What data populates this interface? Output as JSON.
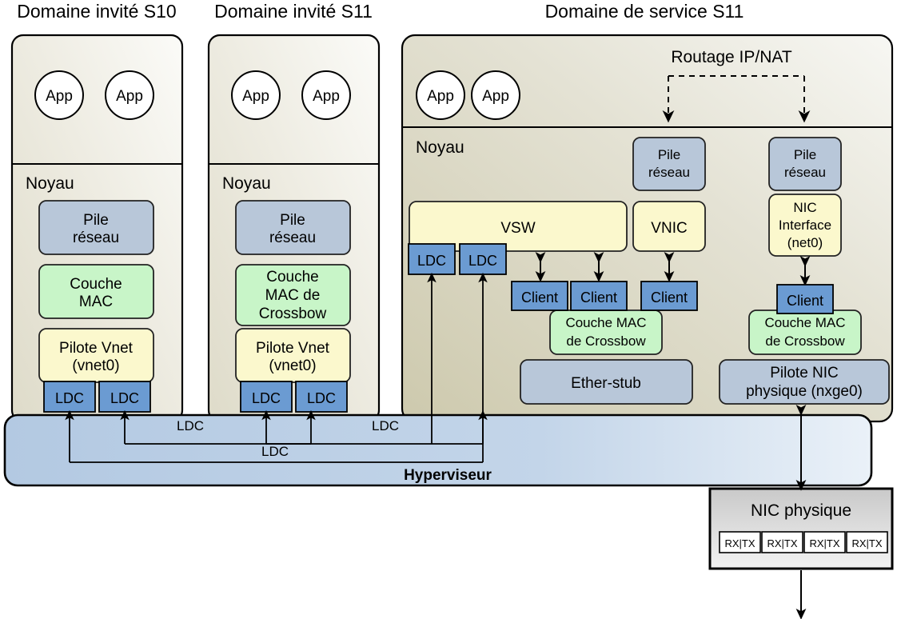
{
  "titles": {
    "guest_s10": "Domaine invité S10",
    "guest_s11": "Domaine invité S11",
    "service_s11": "Domaine de service S11"
  },
  "labels": {
    "app": "App",
    "noyau": "Noyau",
    "pile_reseau_l1": "Pile",
    "pile_reseau_l2": "réseau",
    "couche_mac_l1": "Couche",
    "couche_mac_l2": "MAC",
    "couche_mac_crossbow_l1": "Couche",
    "couche_mac_crossbow_l2": "MAC de",
    "couche_mac_crossbow_l3": "Crossbow",
    "couche_mac_cb_a": "Couche MAC",
    "couche_mac_cb_b": "de Crossbow",
    "pilote_vnet_l1": "Pilote Vnet",
    "pilote_vnet_l2": "(vnet0)",
    "ldc": "LDC",
    "vsw": "VSW",
    "vnic": "VNIC",
    "nic_interface_l1": "NIC",
    "nic_interface_l2": "Interface",
    "nic_interface_l3": "(net0)",
    "client": "Client",
    "ether_stub": "Ether-stub",
    "pilote_nic_l1": "Pilote NIC",
    "pilote_nic_l2": "physique (nxge0)",
    "routage": "Routage IP/NAT",
    "hyperviseur": "Hyperviseur",
    "nic_physique": "NIC physique",
    "rxtx": "RX|TX"
  },
  "guest_s10": {
    "apps": [
      "App",
      "App"
    ],
    "kernel_label": "Noyau",
    "stack": [
      {
        "name": "pile-reseau",
        "lines": [
          "Pile",
          "réseau"
        ],
        "color": "#b8c7d9"
      },
      {
        "name": "couche-mac",
        "lines": [
          "Couche",
          "MAC"
        ],
        "color": "#c8f5c8"
      },
      {
        "name": "pilote-vnet",
        "lines": [
          "Pilote Vnet",
          "(vnet0)"
        ],
        "color": "#fbf8cd"
      }
    ],
    "ldc_ports": [
      "LDC",
      "LDC"
    ]
  },
  "guest_s11": {
    "apps": [
      "App",
      "App"
    ],
    "kernel_label": "Noyau",
    "stack": [
      {
        "name": "pile-reseau",
        "lines": [
          "Pile",
          "réseau"
        ],
        "color": "#b8c7d9"
      },
      {
        "name": "couche-mac-crossbow",
        "lines": [
          "Couche",
          "MAC de",
          "Crossbow"
        ],
        "color": "#c8f5c8"
      },
      {
        "name": "pilote-vnet",
        "lines": [
          "Pilote Vnet",
          "(vnet0)"
        ],
        "color": "#fbf8cd"
      }
    ],
    "ldc_ports": [
      "LDC",
      "LDC"
    ]
  },
  "service_s11": {
    "apps": [
      "App",
      "App"
    ],
    "kernel_label": "Noyau",
    "routing_label": "Routage IP/NAT",
    "vsw_label": "VSW",
    "vnic_label": "VNIC",
    "nic_interface_lines": [
      "NIC",
      "Interface",
      "(net0)"
    ],
    "pile_reseau_lines": [
      "Pile",
      "réseau"
    ],
    "ldc_ports": [
      "LDC",
      "LDC"
    ],
    "clients": [
      "Client",
      "Client",
      "Client",
      "Client"
    ],
    "crossbow_left_lines": [
      "Couche MAC",
      "de Crossbow"
    ],
    "crossbow_right_lines": [
      "Couche MAC",
      "de Crossbow"
    ],
    "ether_stub_label": "Ether-stub",
    "pilote_nic_lines": [
      "Pilote NIC",
      "physique (nxge0)"
    ]
  },
  "hypervisor": {
    "label": "Hyperviseur",
    "ldc_link_labels": [
      "LDC",
      "LDC",
      "LDC"
    ]
  },
  "nic_physique": {
    "title": "NIC physique",
    "queues": [
      "RX|TX",
      "RX|TX",
      "RX|TX",
      "RX|TX"
    ]
  },
  "colors": {
    "blue_stack": "#b8c7d9",
    "green_mac": "#c8f5c8",
    "yellow_driver": "#fbf8cd",
    "ldc_blue": "#6b9bd2",
    "domain_bg_light": "#eceadf",
    "domain_bg_kernel": "#dedbc9",
    "service_bg": "#d3d0b6",
    "hypervisor_blue": "#b8cde4",
    "nic_gray": "#d9d9d9",
    "stroke": "#000000"
  }
}
